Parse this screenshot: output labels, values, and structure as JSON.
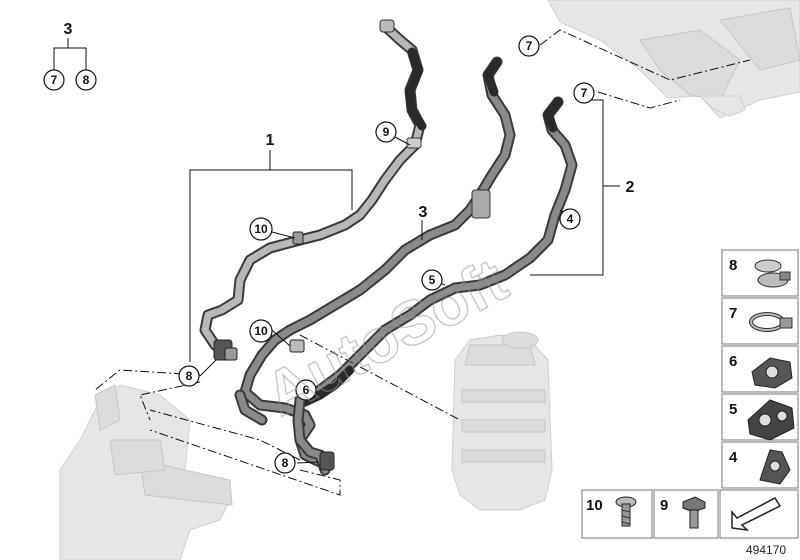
{
  "watermark": "AutoSoft",
  "diagram_id": "494170",
  "group_labels": {
    "group_1": "1",
    "group_2": "2",
    "group_3_hose": "3",
    "group_3_legend": "3"
  },
  "legend_sub": [
    "7",
    "8"
  ],
  "callouts": [
    {
      "key": "c7a",
      "text": "7"
    },
    {
      "key": "c7b",
      "text": "7"
    },
    {
      "key": "c9",
      "text": "9"
    },
    {
      "key": "c10a",
      "text": "10"
    },
    {
      "key": "c10b",
      "text": "10"
    },
    {
      "key": "c4",
      "text": "4"
    },
    {
      "key": "c5",
      "text": "5"
    },
    {
      "key": "c6",
      "text": "6"
    },
    {
      "key": "c8a",
      "text": "8"
    },
    {
      "key": "c8b",
      "text": "8"
    }
  ],
  "parts_panel": [
    {
      "num": "8",
      "part": "double hose clamp"
    },
    {
      "num": "7",
      "part": "hose clamp"
    },
    {
      "num": "6",
      "part": "hose holder"
    },
    {
      "num": "5",
      "part": "double hose holder"
    },
    {
      "num": "4",
      "part": "clip holder"
    },
    {
      "num": "10",
      "part": "screw"
    },
    {
      "num": "9",
      "part": "bolt"
    }
  ],
  "colors": {
    "hose": "#8a8a8a",
    "hose_outline": "#3a3a3a",
    "ghost_parts": "#e6e6e6",
    "watermark": "#9a9a9a"
  },
  "icons": [
    "arrow-icon"
  ]
}
